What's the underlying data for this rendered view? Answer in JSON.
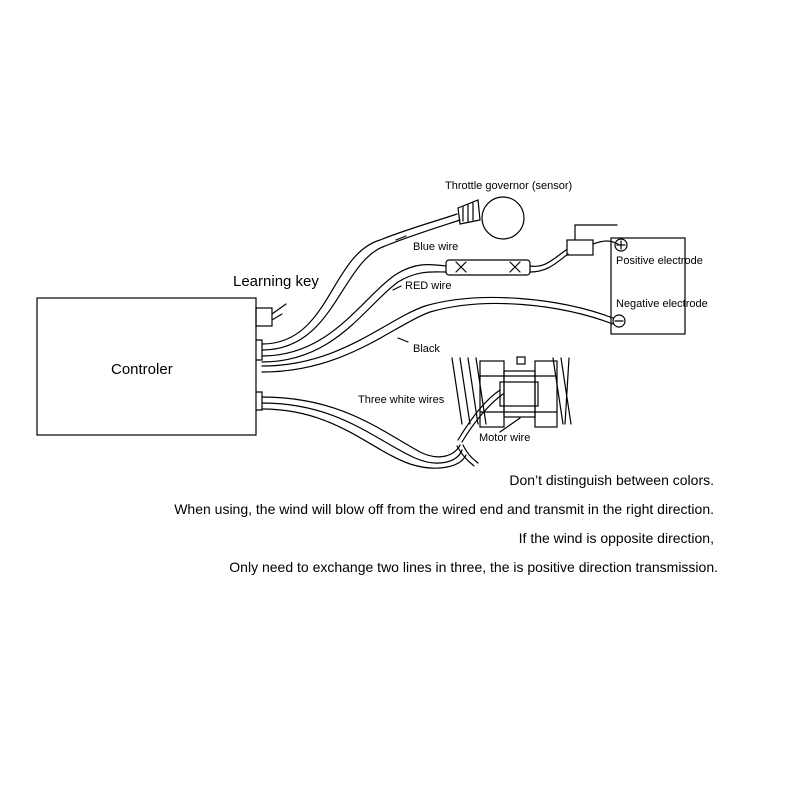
{
  "labels": {
    "controller": "Controler",
    "learning_key": "Learning key",
    "throttle": "Throttle governor (sensor)",
    "blue_wire": "Blue wire",
    "red_wire": "RED wire",
    "black": "Black",
    "three_white": "Three white wires",
    "motor_wire": "Motor wire",
    "positive": "Positive electrode",
    "negative": "Negative electrode"
  },
  "notes": [
    "Don’t distinguish between colors.",
    "When using, the wind will blow off from the wired end and transmit in the right direction.",
    "If the wind is opposite direction,",
    "Only need to exchange two lines in three, the is positive direction transmission."
  ]
}
